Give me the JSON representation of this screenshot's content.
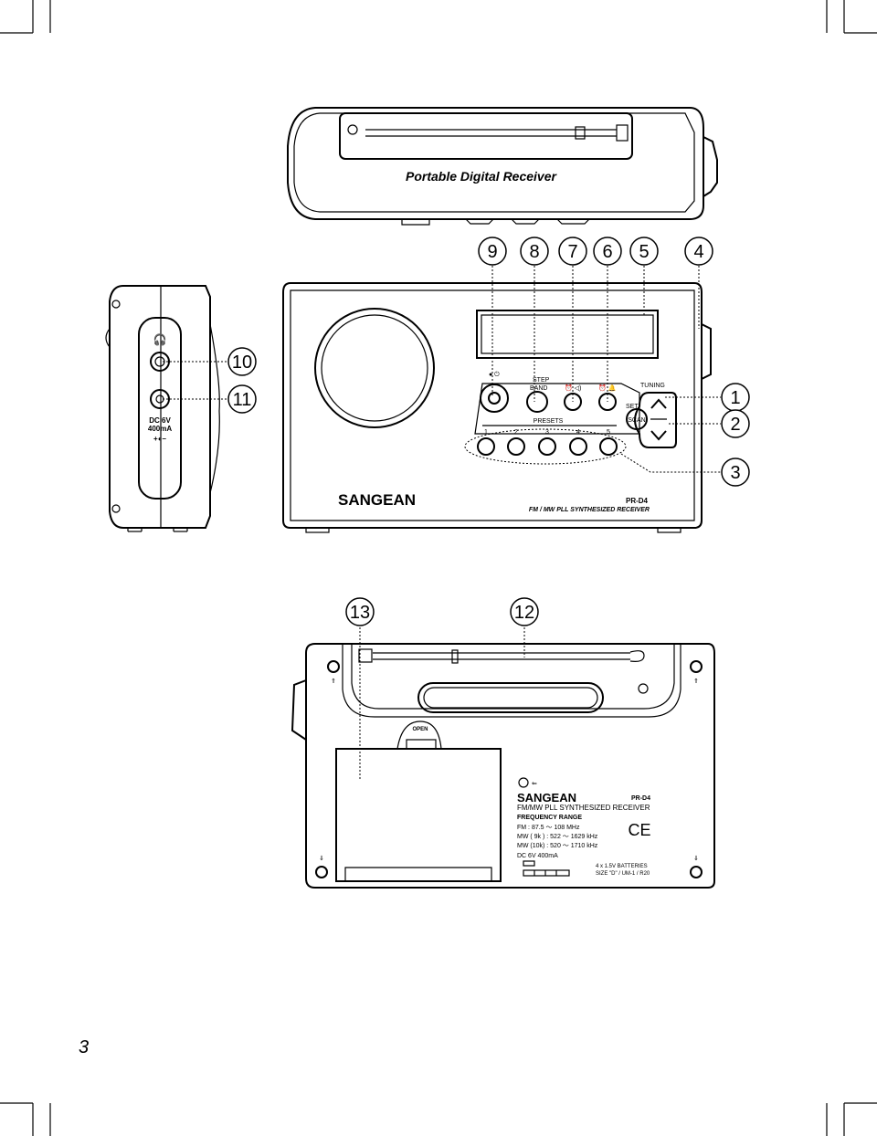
{
  "page_number": "3",
  "top_view": {
    "title": "Portable Digital Receiver"
  },
  "side_view": {
    "dc_label_1": "DC 6V",
    "dc_label_2": "400mA",
    "polarity": "+◐–"
  },
  "front_view": {
    "brand": "SANGEAN",
    "model": "PR-D4",
    "subtitle": "FM / MW PLL SYNTHESIZED RECEIVER",
    "tuning_label": "TUNING",
    "presets_label": "PRESETS",
    "preset_numbers": [
      "1",
      "2",
      "3",
      "4",
      "5"
    ],
    "step_band_label_1": "STEP",
    "step_band_label_2": "BAND",
    "set_label": "SET",
    "scan_label": "SCAN"
  },
  "rear_view": {
    "open_label": "OPEN",
    "brand": "SANGEAN",
    "model": "PR-D4",
    "receiver_line": "FM/MW PLL SYNTHESIZED RECEIVER",
    "freq_heading": "FREQUENCY RANGE",
    "freq_fm": "FM : 87.5 ～ 108 MHz",
    "freq_mw9": "MW ( 9k ) : 522 ～ 1629 kHz",
    "freq_mw10": "MW (10k) : 520 ～ 1710 kHz",
    "dc_rating": "DC  6V  400mA",
    "battery_1": "4 x 1.5V BATTERIES",
    "battery_2": "SIZE \"D\" / UM-1 / R20",
    "ce_mark": "CE"
  },
  "callouts": [
    "1",
    "2",
    "3",
    "4",
    "5",
    "6",
    "7",
    "8",
    "9",
    "10",
    "11",
    "12",
    "13"
  ]
}
